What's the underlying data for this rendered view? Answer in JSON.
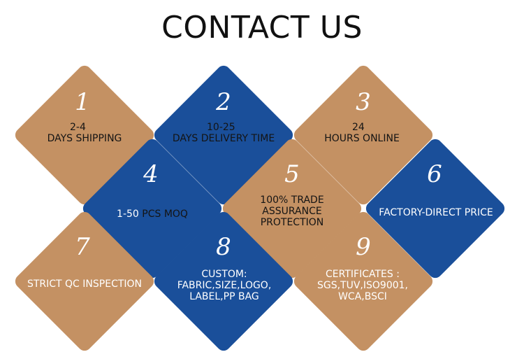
{
  "title": "CONTACT US",
  "tiles": [
    {
      "num": "1",
      "line1": "2-4",
      "line2": "DAYS SHIPPING"
    },
    {
      "num": "2",
      "line1": "10-25",
      "line2": "DAYS DELIVERY TIME"
    },
    {
      "num": "3",
      "line1": "24",
      "line2": "HOURS ONLINE"
    },
    {
      "num": "4",
      "line1": "1-50 ",
      "line2": "PCS MOQ"
    },
    {
      "num": "5",
      "line1": "100% TRADE",
      "line2": "ASSURANCE",
      "line3": "PROTECTION"
    },
    {
      "num": "6",
      "line1": "FACTORY-DIRECT PRICE"
    },
    {
      "num": "7",
      "line1": "STRICT QC INSPECTION"
    },
    {
      "num": "8",
      "line1": "CUSTOM:",
      "line2": "FABRIC,SIZE,LOGO,",
      "line3": "LABEL,PP BAG"
    },
    {
      "num": "9",
      "line1": "CERTIFICATES :",
      "line2": "SGS,TUV,ISO9001,",
      "line3": "WCA,BSCI"
    }
  ],
  "colors": {
    "tan": "#c49163",
    "blue": "#1a4f9a",
    "text_dark": "#141414"
  }
}
